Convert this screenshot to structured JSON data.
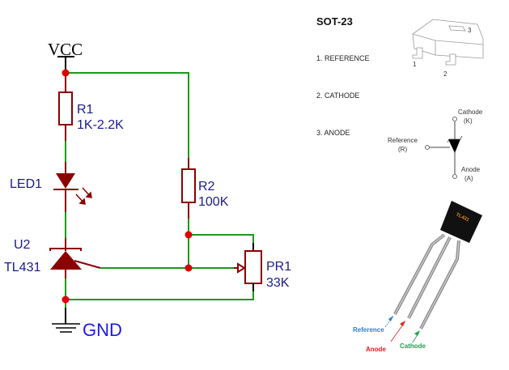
{
  "schematic": {
    "power": {
      "vcc_label": "VCC",
      "gnd_label": "GND"
    },
    "components": {
      "r1": {
        "ref": "R1",
        "value": "1K-2.2K"
      },
      "led1": {
        "ref": "LED1"
      },
      "u2": {
        "ref": "U2",
        "value": "TL431"
      },
      "r2": {
        "ref": "R2",
        "value": "100K"
      },
      "pr1": {
        "ref": "PR1",
        "value": "33K"
      }
    }
  },
  "datasheet": {
    "package_title": "SOT-23",
    "pins": [
      {
        "label": "1. REFERENCE"
      },
      {
        "label": "2. CATHODE"
      },
      {
        "label": "3. ANODE"
      }
    ],
    "package_pin_numbers": [
      "1",
      "2",
      "3"
    ],
    "symbol": {
      "cathode": "Cathode",
      "cathode_abbr": "(K)",
      "reference": "Reference",
      "reference_abbr": "(R)",
      "anode": "Anode",
      "anode_abbr": "(A)"
    },
    "to92": {
      "marking": "TL431",
      "pins": [
        {
          "label": "Reference",
          "color": "#2e7bd1"
        },
        {
          "label": "Anode",
          "color": "#e0201a"
        },
        {
          "label": "Cathode",
          "color": "#1ea050"
        }
      ]
    }
  },
  "colors": {
    "wire": "#1b9a1b",
    "component": "#8b0000",
    "junction": "#dd0000",
    "label": "#1a1a8c"
  }
}
